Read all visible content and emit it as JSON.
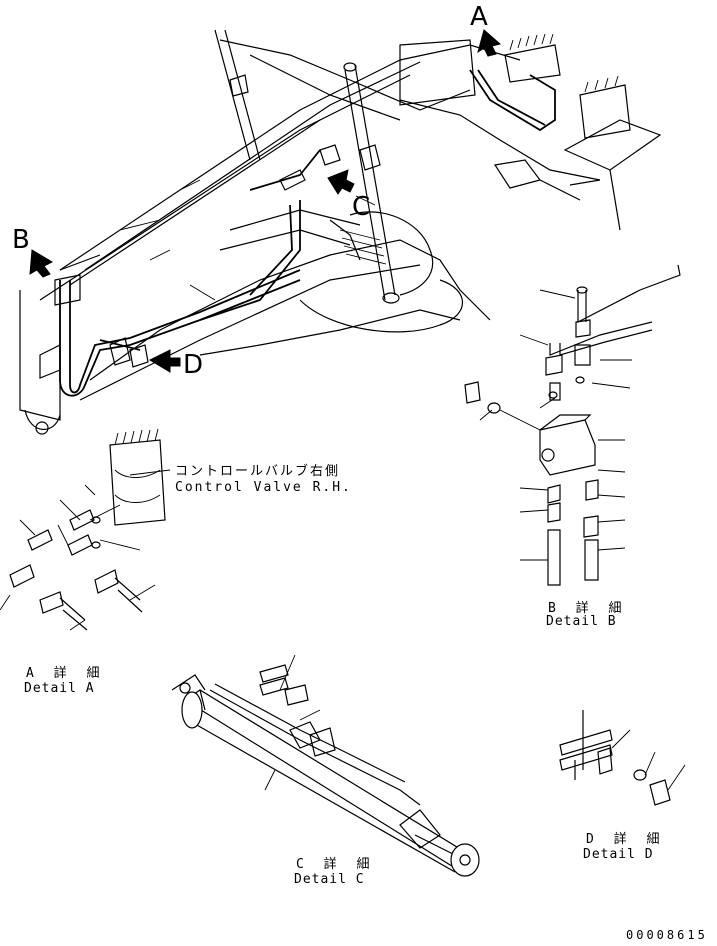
{
  "views": {
    "a": {
      "letter": "A"
    },
    "b": {
      "letter": "B"
    },
    "c": {
      "letter": "C"
    },
    "d": {
      "letter": "D"
    }
  },
  "control_valve": {
    "label_jp": "コントロールバルブ右側",
    "label_en": "Control Valve R.H."
  },
  "details": {
    "a": {
      "jp": "A 詳 細",
      "en": "Detail A"
    },
    "b": {
      "jp": "B 詳 細",
      "en": "Detail B"
    },
    "c": {
      "jp": "C 詳 細",
      "en": "Detail C"
    },
    "d": {
      "jp": "D 詳 細",
      "en": "Detail D"
    }
  },
  "drawing_number": "00008615"
}
